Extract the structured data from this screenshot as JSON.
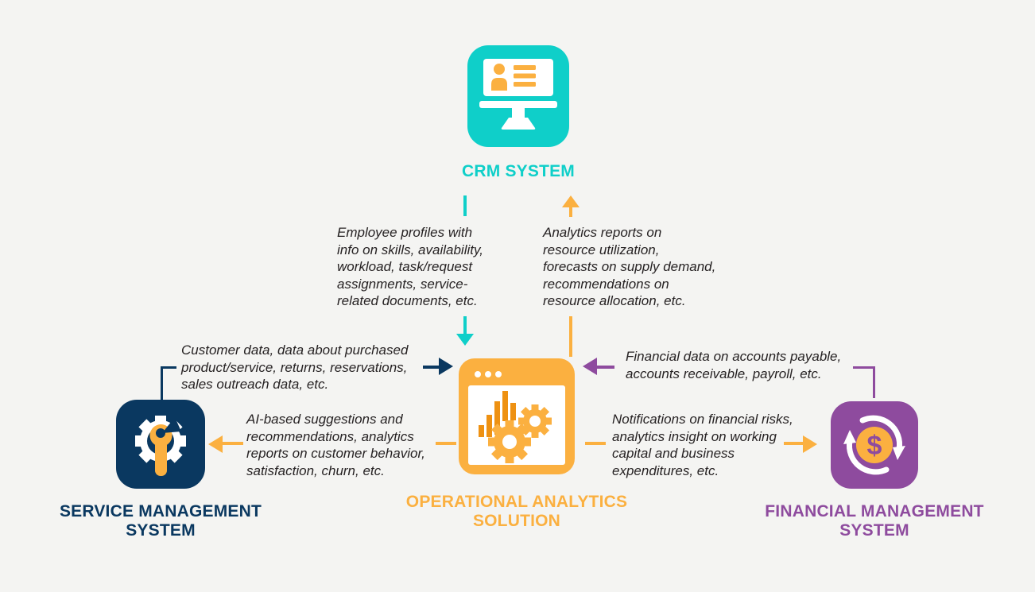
{
  "colors": {
    "background": "#f4f4f2",
    "teal": "#0fcfc9",
    "orange": "#fbb040",
    "orange_dark": "#ee9112",
    "navy": "#0a3860",
    "purple": "#8e4b9e",
    "text": "#262223"
  },
  "icons": {
    "crm": "monitor-with-user-profile-icon",
    "center": "browser-bar-chart-gears-icon",
    "service": "gear-with-wrench-icon",
    "financial": "dollar-coin-sync-arrows-icon"
  },
  "nodes": {
    "crm": {
      "label": "CRM SYSTEM"
    },
    "center": {
      "label": "OPERATIONAL ANALYTICS\nSOLUTION"
    },
    "service": {
      "label": "SERVICE MANAGEMENT\nSYSTEM"
    },
    "financial": {
      "label": "FINANCIAL MANAGEMENT\nSYSTEM"
    }
  },
  "flows": {
    "crm_to_center": "Employee profiles with\ninfo on skills, availability,\nworkload, task/request\nassignments, service-\nrelated documents, etc.",
    "center_to_crm": "Analytics reports on\nresource utilization,\nforecasts on supply demand,\nrecommendations on\nresource allocation, etc.",
    "service_to_center": "Customer data, data about purchased\nproduct/service, returns, reservations,\nsales outreach data, etc.",
    "center_to_service": "AI-based suggestions and\nrecommendations, analytics\nreports on customer behavior,\nsatisfaction, churn, etc.",
    "financial_to_center": "Financial data on accounts payable,\naccounts receivable, payroll, etc.",
    "center_to_financial": "Notifications on financial risks,\nanalytics insight on working\ncapital and business\nexpenditures, etc."
  }
}
